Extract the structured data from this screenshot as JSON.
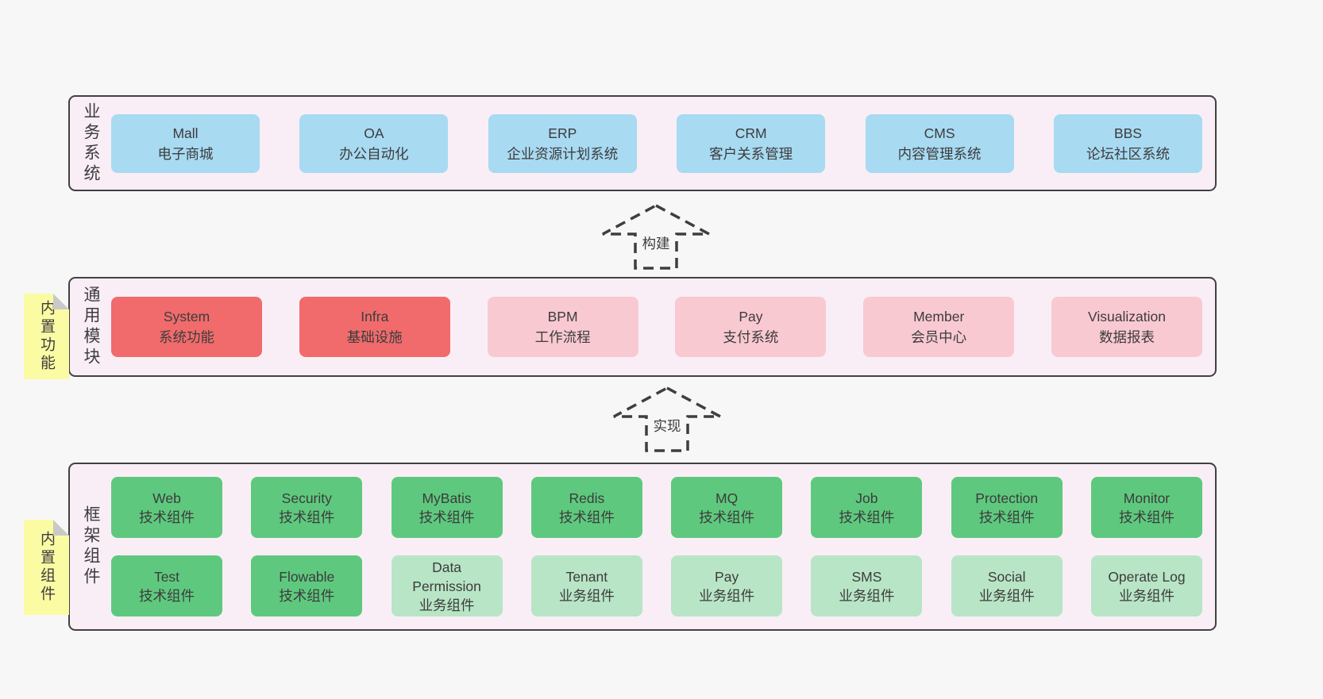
{
  "arrows": {
    "build": "构建",
    "implement": "实现"
  },
  "colors": {
    "page_bg": "#f7f7f7",
    "panel_bg": "#f9eef6",
    "panel_border": "#414141",
    "blue_box": "#a8daf2",
    "red_box": "#f16b6c",
    "pink_box": "#f9c9d2",
    "green_box": "#5ec97e",
    "light_green_box": "#b8e5c6",
    "sticky_bg": "#fbfba4",
    "sticky_fold": "#c9c9c9",
    "text": "#3c3c3c"
  },
  "sections": {
    "business": {
      "label": "业务系统",
      "boxes": [
        {
          "name": "Mall",
          "desc": "电子商城"
        },
        {
          "name": "OA",
          "desc": "办公自动化"
        },
        {
          "name": "ERP",
          "desc": "企业资源计划系统"
        },
        {
          "name": "CRM",
          "desc": "客户关系管理"
        },
        {
          "name": "CMS",
          "desc": "内容管理系统"
        },
        {
          "name": "BBS",
          "desc": "论坛社区系统"
        }
      ]
    },
    "modules": {
      "label": "通用模块",
      "sticky": "内置功能",
      "boxes": [
        {
          "name": "System",
          "desc": "系统功能"
        },
        {
          "name": "Infra",
          "desc": "基础设施"
        },
        {
          "name": "BPM",
          "desc": "工作流程"
        },
        {
          "name": "Pay",
          "desc": "支付系统"
        },
        {
          "name": "Member",
          "desc": "会员中心"
        },
        {
          "name": "Visualization",
          "desc": "数据报表"
        }
      ]
    },
    "components": {
      "label": "框架组件",
      "sticky": "内置组件",
      "row1": [
        {
          "name": "Web",
          "desc": "技术组件"
        },
        {
          "name": "Security",
          "desc": "技术组件"
        },
        {
          "name": "MyBatis",
          "desc": "技术组件"
        },
        {
          "name": "Redis",
          "desc": "技术组件"
        },
        {
          "name": "MQ",
          "desc": "技术组件"
        },
        {
          "name": "Job",
          "desc": "技术组件"
        },
        {
          "name": "Protection",
          "desc": "技术组件"
        },
        {
          "name": "Monitor",
          "desc": "技术组件"
        }
      ],
      "row2": [
        {
          "name": "Test",
          "desc": "技术组件"
        },
        {
          "name": "Flowable",
          "desc": "技术组件"
        },
        {
          "name": "Data Permission",
          "desc": "业务组件"
        },
        {
          "name": "Tenant",
          "desc": "业务组件"
        },
        {
          "name": "Pay",
          "desc": "业务组件"
        },
        {
          "name": "SMS",
          "desc": "业务组件"
        },
        {
          "name": "Social",
          "desc": "业务组件"
        },
        {
          "name": "Operate Log",
          "desc": "业务组件"
        }
      ]
    }
  }
}
